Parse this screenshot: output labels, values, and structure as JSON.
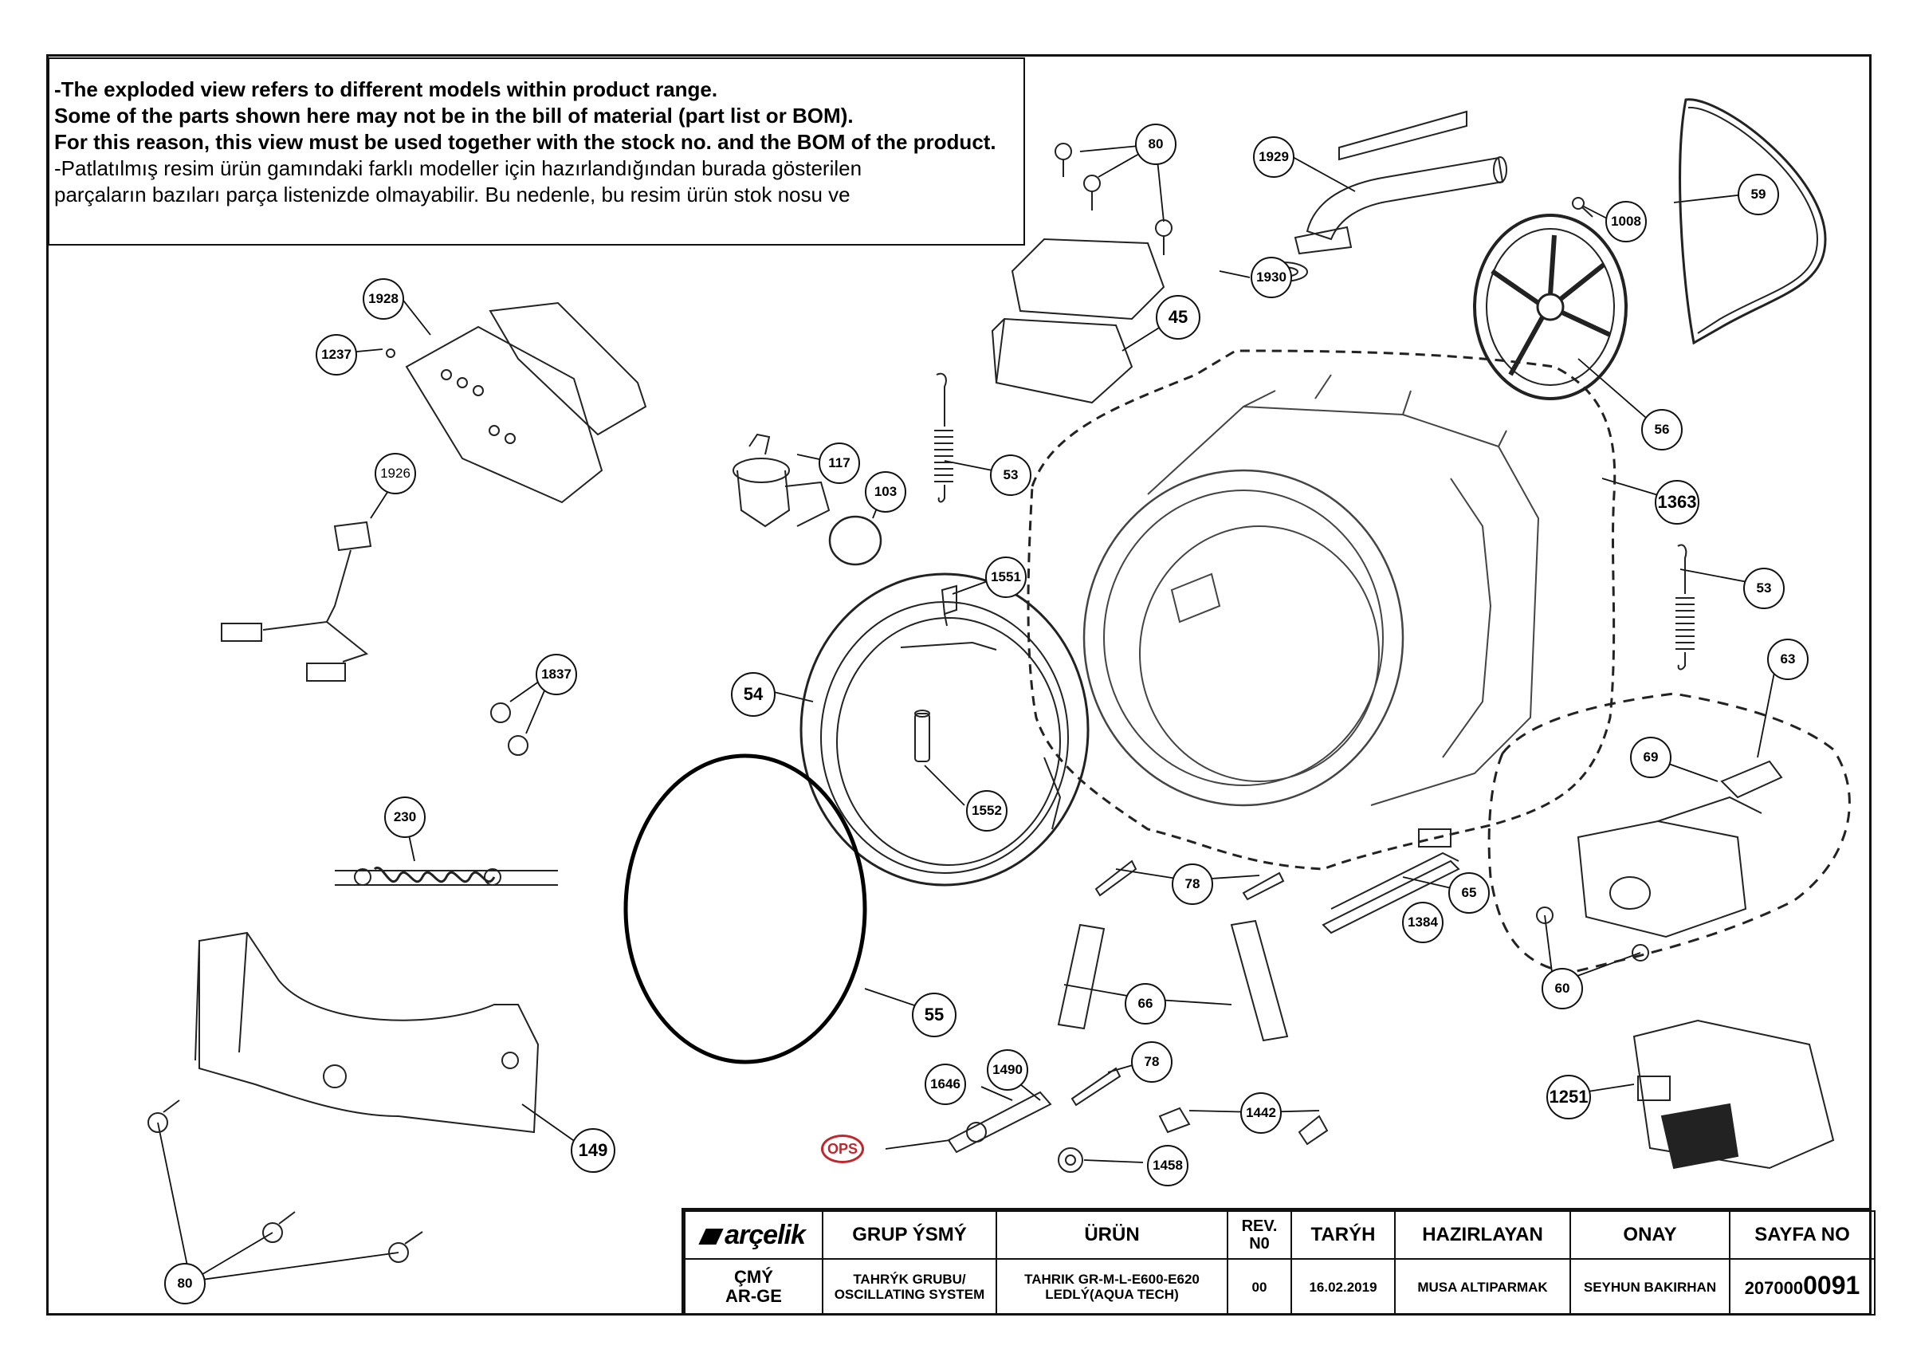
{
  "notice": {
    "line1": "-The exploded view refers to different models within product range.",
    "line2": " Some of the parts shown here may not be in the bill of material (part list or BOM).",
    "line3": " For this reason, this view must be used together with the stock no. and the BOM of the product.",
    "line4": "-Patlatılmış resim ürün gamındaki farklı modeller için hazırlandığından burada gösterilen",
    "line5": " parçaların bazıları parça listenizde olmayabilir. Bu nedenle, bu resim ürün stok nosu ve"
  },
  "callouts": [
    "80",
    "1929",
    "59",
    "1008",
    "1930",
    "1928",
    "1237",
    "45",
    "56",
    "117",
    "53",
    "103",
    "1363",
    "1926",
    "1551",
    "53",
    "63",
    "1837",
    "54",
    "69",
    "1552",
    "230",
    "78",
    "65",
    "1384",
    "66",
    "55",
    "60",
    "78",
    "1646",
    "1490",
    "1442",
    "1251",
    "149",
    "1458",
    "80"
  ],
  "ops_label": "OPS",
  "title_block": {
    "logo": "arçelik",
    "headers": {
      "group": "GRUP ÝSMÝ",
      "product": "ÜRÜN",
      "rev": "REV. N0",
      "date": "TARÝH",
      "prepared": "HAZIRLAYAN",
      "approved": "ONAY",
      "page": "SAYFA NO"
    },
    "values": {
      "dept1": "ÇMÝ",
      "dept2": "AR-GE",
      "group1": "TAHRÝK GRUBU/",
      "group2": "OSCILLATING SYSTEM",
      "product1": "TAHRIK GR-M-L-E600-E620",
      "product2": "LEDLÝ(AQUA TECH)",
      "rev": "00",
      "date": "16.02.2019",
      "prepared": "MUSA ALTIPARMAK",
      "approved": "SEYHUN BAKIRHAN",
      "page_prefix": "207000",
      "page_suffix": "0091"
    }
  }
}
